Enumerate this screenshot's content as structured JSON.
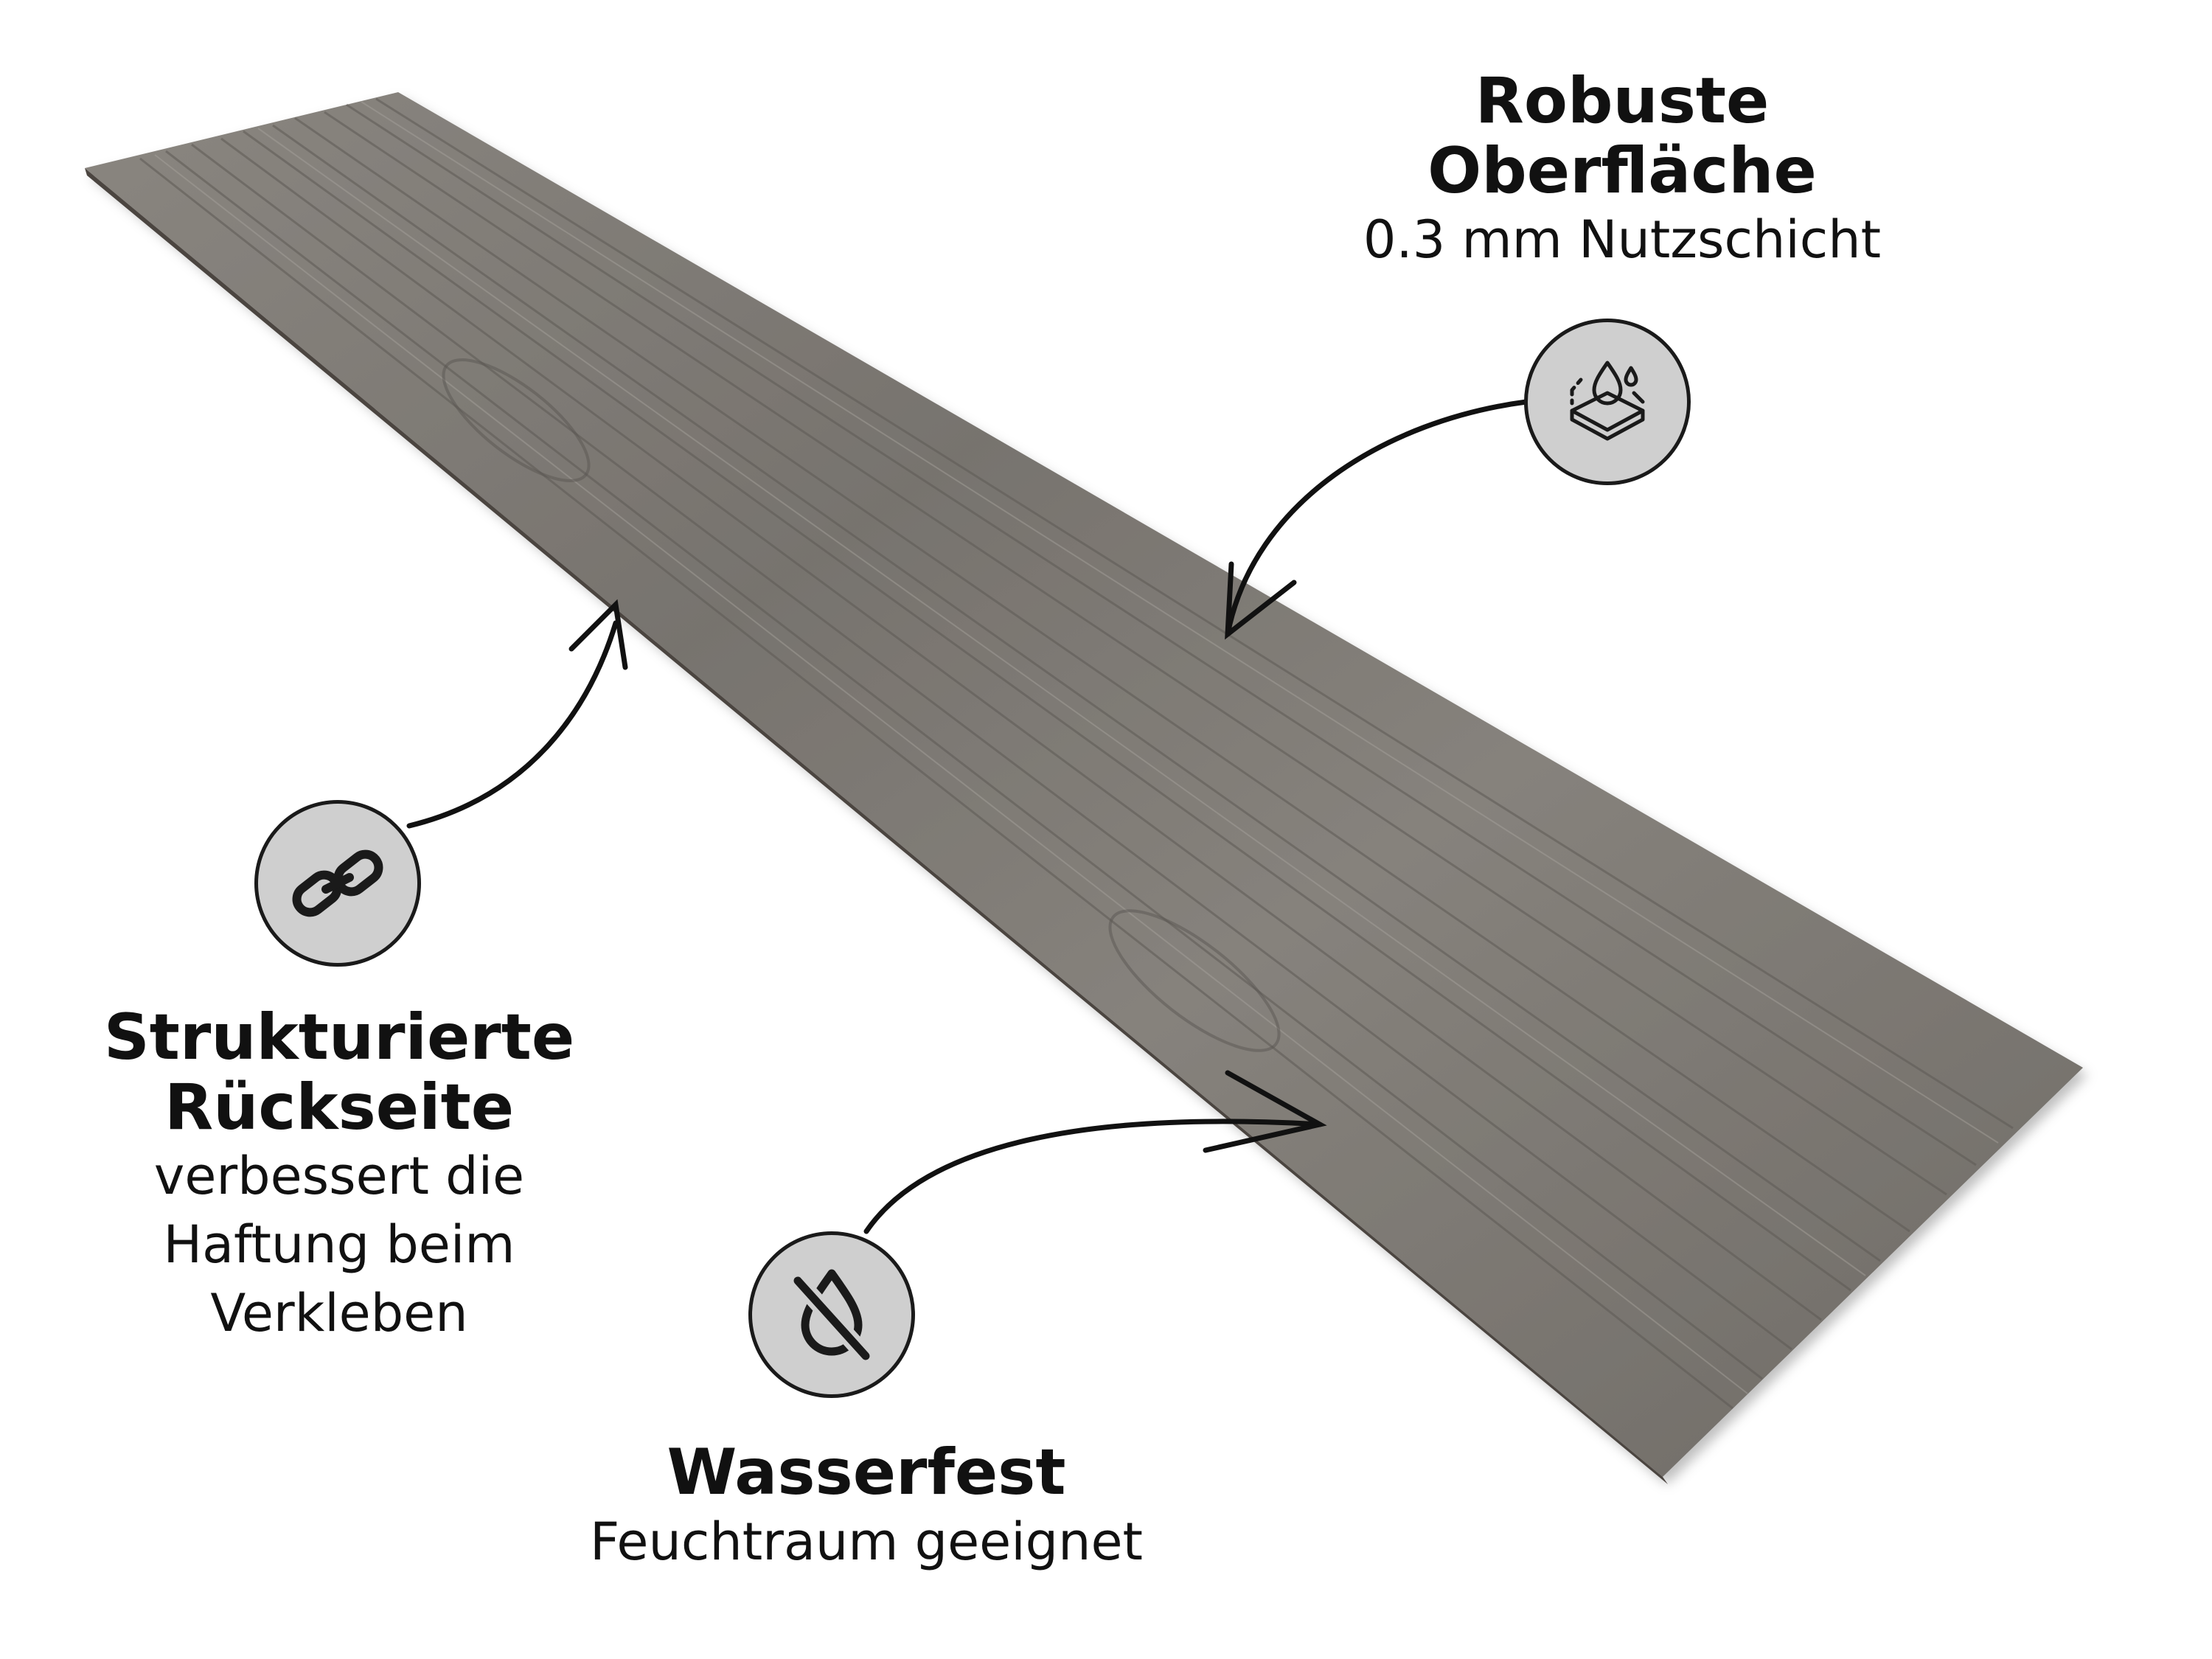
{
  "features": {
    "surface": {
      "title_line1": "Robuste",
      "title_line2": "Oberfläche",
      "subtitle": "0.3 mm Nutzschicht",
      "icon": "layer-droplet-icon"
    },
    "backside": {
      "title_line1": "Strukturierte",
      "title_line2": "Rückseite",
      "sub_line1": "verbessert die",
      "sub_line2": "Haftung beim",
      "sub_line3": "Verkleben",
      "icon": "chain-link-icon"
    },
    "waterproof": {
      "title": "Wasserfest",
      "subtitle": "Feuchtraum geeignet",
      "icon": "water-resistant-icon"
    }
  },
  "colors": {
    "plank": "#7e7a75",
    "badge_fill": "#cfcfcf",
    "ink": "#111111"
  }
}
